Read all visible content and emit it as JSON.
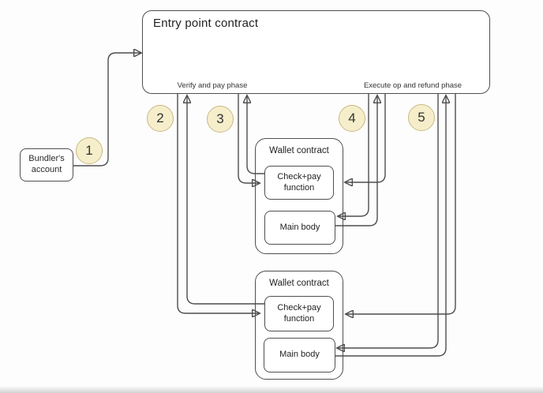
{
  "diagram": {
    "entry_point": {
      "title": "Entry point contract",
      "phases": {
        "verify": "Verify and pay phase",
        "execute": "Execute op and refund phase"
      }
    },
    "bundler": {
      "label": "Bundler's account"
    },
    "steps": [
      "1",
      "2",
      "3",
      "4",
      "5"
    ],
    "wallets": [
      {
        "title": "Wallet contract",
        "check_pay": "Check+pay function",
        "main_body": "Main body"
      },
      {
        "title": "Wallet contract",
        "check_pay": "Check+pay function",
        "main_body": "Main body"
      }
    ],
    "connections": [
      {
        "step": "1",
        "from": "Bundler's account",
        "to": "Entry point contract",
        "return": false
      },
      {
        "step": "2",
        "from": "Entry point contract (verify and pay phase)",
        "to": "Bottom wallet contract Check+pay function",
        "return": true
      },
      {
        "step": "3",
        "from": "Entry point contract (verify and pay phase)",
        "to": "Top wallet contract Check+pay function",
        "return": true
      },
      {
        "step": "4",
        "from": "Entry point contract (execute op and refund phase)",
        "to": "Top wallet contract Check+pay function and Main body",
        "return": true
      },
      {
        "step": "5",
        "from": "Entry point contract (execute op and refund phase)",
        "to": "Bottom wallet contract Check+pay function and Main body",
        "return": true
      }
    ],
    "colors": {
      "background": "#fdfdfd",
      "line": "#4d4d4d",
      "box_border": "#4f4f4f",
      "box_fill": "#ffffff",
      "badge_fill": "#f6eecb",
      "badge_border": "#c9b982",
      "text": "#2a2a2a"
    }
  }
}
